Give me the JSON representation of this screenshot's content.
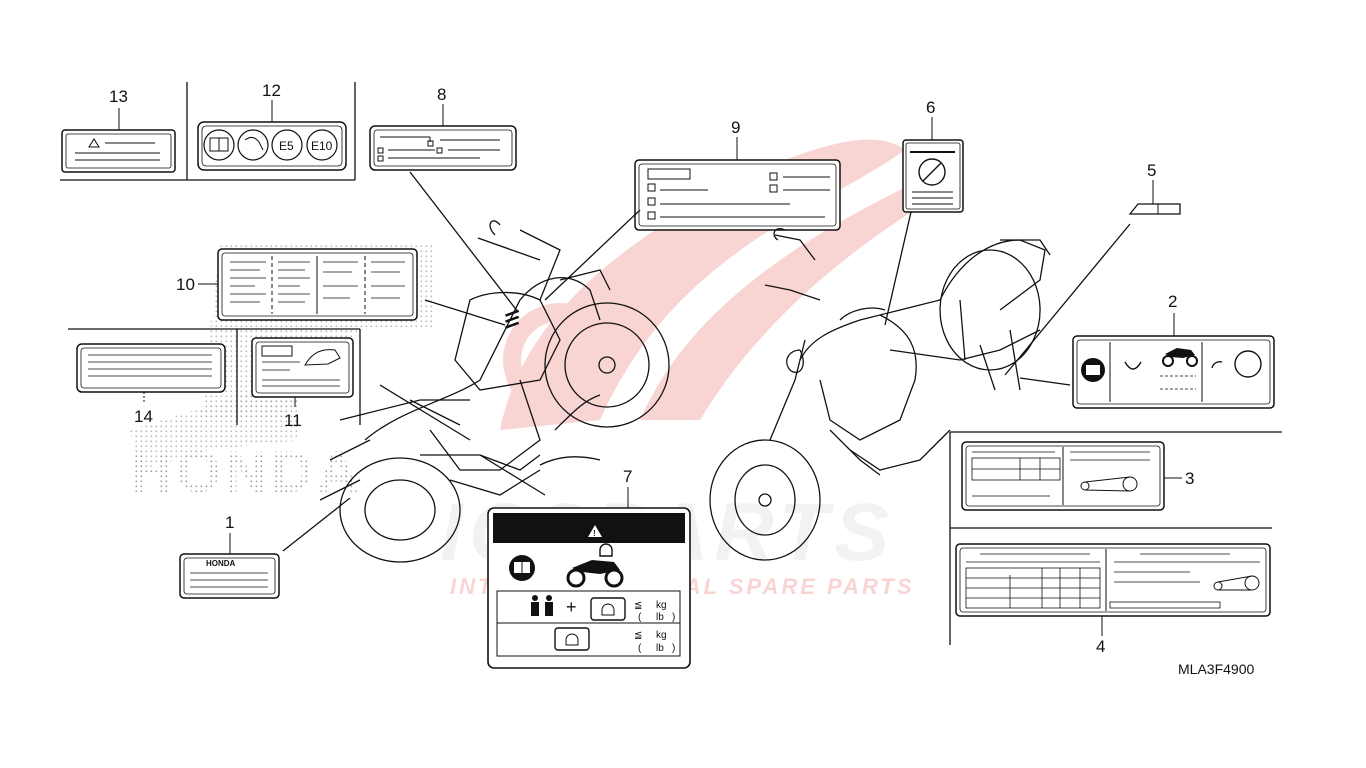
{
  "diagram_code": "MLA3F4900",
  "callouts": [
    {
      "id": "1",
      "label": "1"
    },
    {
      "id": "2",
      "label": "2"
    },
    {
      "id": "3",
      "label": "3"
    },
    {
      "id": "4",
      "label": "4"
    },
    {
      "id": "5",
      "label": "5"
    },
    {
      "id": "6",
      "label": "6"
    },
    {
      "id": "7",
      "label": "7"
    },
    {
      "id": "8",
      "label": "8"
    },
    {
      "id": "9",
      "label": "9"
    },
    {
      "id": "10",
      "label": "10"
    },
    {
      "id": "11",
      "label": "11"
    },
    {
      "id": "12",
      "label": "12"
    },
    {
      "id": "13",
      "label": "13"
    },
    {
      "id": "14",
      "label": "14"
    }
  ],
  "label_12": {
    "e5": "E5",
    "e10": "E10"
  },
  "label_1": {
    "brand": "HONDA"
  },
  "label_7": {
    "unit_kg": "kg",
    "unit_lb": "lb",
    "leq": "≦",
    "plus": "+"
  },
  "watermark": {
    "word": "ICSPARTS",
    "tagline": "INTERCONTINENTAL SPARE PARTS",
    "bg_text": "HONDA",
    "color": "#e0403a"
  },
  "colors": {
    "line": "#111111",
    "dots": "#9a9a9a",
    "warning_band": "#111111"
  }
}
